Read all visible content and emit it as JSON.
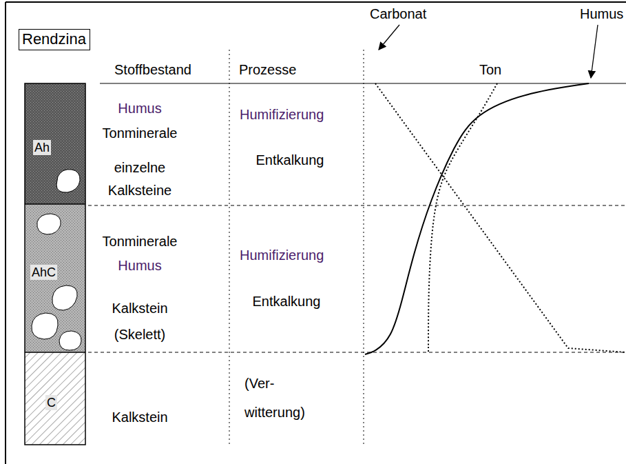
{
  "diagram": {
    "title": "Rendzina",
    "nodes": [
      {
        "text": [
          "Ah"
        ]
      },
      {
        "text": [
          "AhC"
        ]
      },
      {
        "text": [
          "C"
        ]
      }
    ],
    "labels": [
      "Stoffbestand",
      "Prozesse",
      "Carbonat",
      "Ton",
      "Humus",
      "Humus",
      "Tonminerale",
      "einzelne Kalksteine",
      "Humifizierung",
      "Entkalkung",
      "Tonminerale",
      "Humus",
      "Kalkstein (Skelett)",
      "Humifizierung",
      "Entkalkung",
      "Kalkstein",
      "(Ver- witterung)"
    ]
  }
}
